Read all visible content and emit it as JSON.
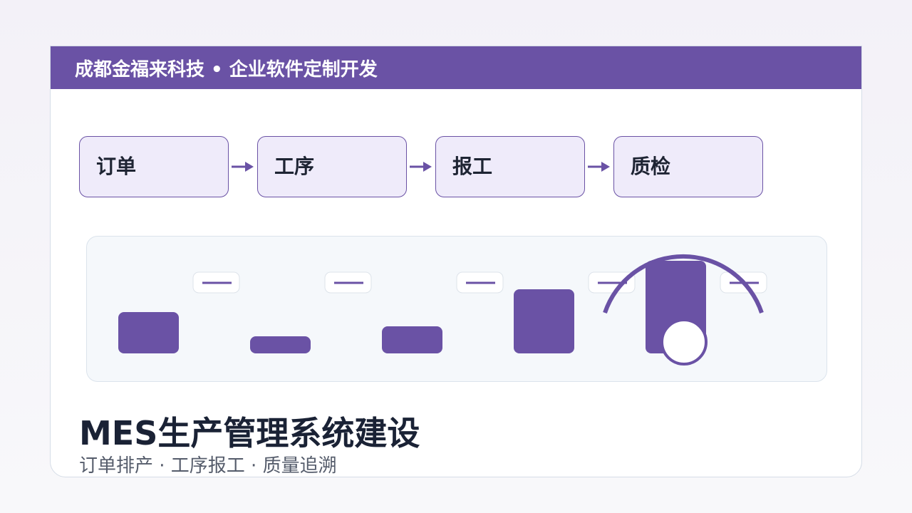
{
  "banner": {
    "text": "成都金福来科技 • 企业软件定制开发"
  },
  "flow": {
    "steps": [
      {
        "label": "订单"
      },
      {
        "label": "工序"
      },
      {
        "label": "报工"
      },
      {
        "label": "质检"
      }
    ]
  },
  "hero": {
    "title": "MES生产管理系统建设",
    "subtitle": "订单排产 · 工序报工 · 质量追溯"
  },
  "colors": {
    "accent": "#6a52a5",
    "step_fill": "#efebfa",
    "panel_fill": "#f5f8fb",
    "text_dark": "#1a2235"
  }
}
